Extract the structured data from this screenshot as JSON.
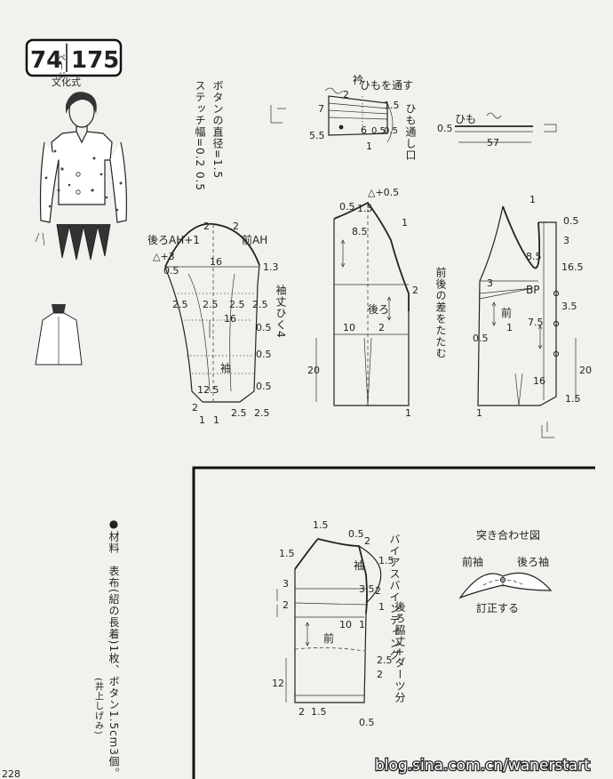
{
  "badge": {
    "left": "74",
    "ruby": "ページ",
    "right": "175",
    "sub": "文化式"
  },
  "notes": {
    "button": "ボタンの直径=1.5",
    "stitch": "ステッチ幅=0.2 0.5",
    "materials": "●材料　表布(紹の長着)1枚、ボタン1.5cm3個。",
    "credit": "(井上しげみ)",
    "page_number": "228",
    "watermark": "blog.sina.com.cn/wanerstart"
  },
  "collar": {
    "label": "衿",
    "thread": "ひもを通す",
    "thread_opening": "ひも通し口",
    "nums": [
      "2",
      "7",
      "1.5",
      "0.5",
      "0.5",
      "5.5",
      "6",
      "1"
    ]
  },
  "tie": {
    "label": "ひも",
    "nums": [
      "0.5",
      "57"
    ]
  },
  "sleeve": {
    "back_ah": "後ろAH+1",
    "front_ah": "前AH",
    "label": "袖",
    "length": "袖丈ひく4",
    "nums": [
      "2",
      "2",
      "0.5",
      "△+3",
      "16",
      "1.3",
      "2.5",
      "2.5",
      "2.5",
      "2.5",
      "0.5",
      "16",
      "12.5",
      "0.5",
      "0.5",
      "2",
      "1",
      "1",
      "2.5",
      "2.5"
    ]
  },
  "back_body": {
    "label": "後ろ",
    "nums": [
      "△+0.5",
      "0.5",
      "1.5",
      "8.5",
      "1",
      "2",
      "10",
      "2",
      "20",
      "1"
    ]
  },
  "front_body": {
    "label": "前",
    "bp": "BP",
    "diff_note": "前後の差をたたむ",
    "nums": [
      "1",
      "0.5",
      "3",
      "8.5",
      "16.5",
      "3",
      "3.5",
      "7.5",
      "1",
      "0.5",
      "20",
      "16",
      "1.5",
      "1"
    ]
  },
  "lower": {
    "binding": "バイアスバインディング",
    "back_side": "後ろ脇丈+ダーツ分",
    "front_label": "前",
    "sleeve_label": "袖",
    "nums": [
      "1.5",
      "0.5",
      "1.5",
      "2",
      "1.5",
      "3",
      "2",
      "3.5",
      "2",
      "1",
      "10",
      "1",
      "2.5",
      "2",
      "12",
      "2",
      "1.5",
      "0.5"
    ]
  },
  "joining": {
    "title": "突き合わせ図",
    "front_sleeve": "前袖",
    "back_sleeve": "後ろ袖",
    "correct": "訂正する"
  }
}
